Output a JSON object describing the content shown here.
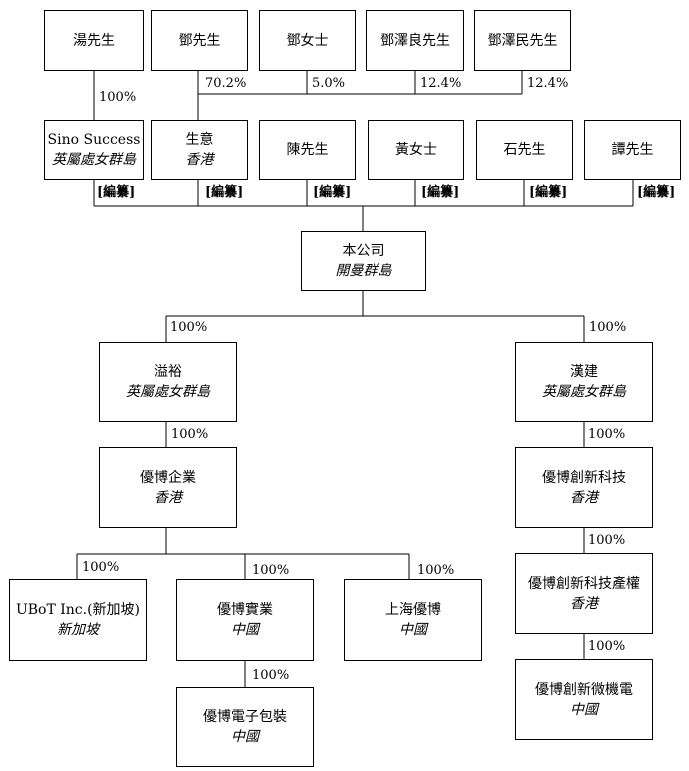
{
  "shareholders_top": [
    {
      "name": "湯先生"
    },
    {
      "name": "鄧先生"
    },
    {
      "name": "鄧女士"
    },
    {
      "name": "鄧澤良先生"
    },
    {
      "name": "鄧澤民先生"
    }
  ],
  "top_percentages": [
    "100%",
    "70.2%",
    "5.0%",
    "12.4%",
    "12.4%"
  ],
  "shareholders_second": [
    {
      "name": "Sino Success",
      "place": "英屬處女群島"
    },
    {
      "name": "生意",
      "place": "香港"
    },
    {
      "name": "陳先生",
      "place": ""
    },
    {
      "name": "黃女士",
      "place": ""
    },
    {
      "name": "石先生",
      "place": ""
    },
    {
      "name": "譚先生",
      "place": ""
    }
  ],
  "redacted_tag": "[編纂]",
  "company": {
    "name": "本公司",
    "place": "開曼群島"
  },
  "subsidiaries": {
    "yiyu": {
      "name": "溢裕",
      "place": "英屬處女群島",
      "pct": "100%"
    },
    "hanjian": {
      "name": "漢建",
      "place": "英屬處女群島",
      "pct": "100%"
    },
    "ubot_enterprise": {
      "name": "優博企業",
      "place": "香港",
      "pct": "100%"
    },
    "ubot_sg": {
      "name": "UBoT Inc.(新加坡)",
      "place": "新加坡",
      "pct": "100%"
    },
    "ubot_industry": {
      "name": "優博實業",
      "place": "中國",
      "pct": "100%"
    },
    "shanghai_ubot": {
      "name": "上海優博",
      "place": "中國",
      "pct": "100%"
    },
    "ubot_packaging": {
      "name": "優博電子包裝",
      "place": "中國",
      "pct": "100%"
    },
    "ubot_tech_hk": {
      "name": "優博創新科技",
      "place": "香港",
      "pct": "100%"
    },
    "ubot_ip": {
      "name": "優博創新科技產權",
      "place": "香港",
      "pct": "100%"
    },
    "ubot_mems": {
      "name": "優博創新微機電",
      "place": "中國",
      "pct": "100%"
    }
  }
}
